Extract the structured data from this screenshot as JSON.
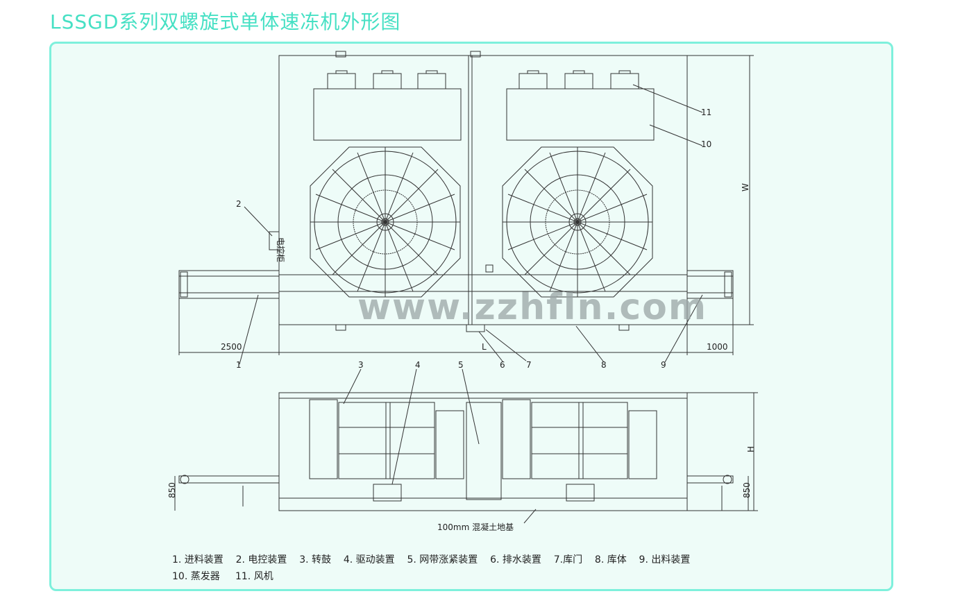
{
  "title": "LSSGD系列双螺旋式单体速冻机外形图",
  "watermark": "www.zzhfln.com",
  "dimensions": {
    "infeed": "2500",
    "outfeed": "1000",
    "length": "L",
    "width": "W",
    "height": "H",
    "conveyor_height_left": "850",
    "conveyor_height_right": "850",
    "foundation": "100mm 混凝土地基"
  },
  "callouts": {
    "c1": "1",
    "c2": "2",
    "c3": "3",
    "c4": "4",
    "c5": "5",
    "c6": "6",
    "c7": "7",
    "c8": "8",
    "c9": "9",
    "c10": "10",
    "c11": "11"
  },
  "control_box_label": "电控柜",
  "legend": {
    "row1": [
      "1.  进料装置",
      "2.  电控装置",
      "3.  转鼓",
      "4.  驱动装置",
      "5.  网带涨紧装置",
      "6.  排水装置",
      "7.库门",
      "8.  库体",
      "9.  出料装置"
    ],
    "row2": [
      "10.  蒸发器",
      "11.  风机"
    ]
  },
  "colors": {
    "title": "#46e0c4",
    "frame_border": "#7ef0dc",
    "frame_bg": "#eefcf8",
    "line": "#333333"
  }
}
